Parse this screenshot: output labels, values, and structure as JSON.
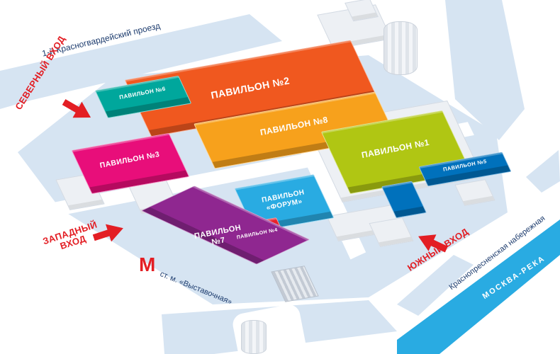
{
  "colors": {
    "background": "#ffffff",
    "ground": "#d6e4f2",
    "river": "#29abe2",
    "red": "#e31e24",
    "street_text": "#1d3c6e",
    "service": "#edf0f4"
  },
  "streets": {
    "north_road": "1-й Красногвардейский проезд",
    "embankment": "Краснопресненская набережная",
    "river": "МОСКВА-РЕКА",
    "metro_station": "ст. м. «Выставочная»",
    "metro_logo": "М"
  },
  "entrances": {
    "north": "СЕВЕРНЫЙ ВХОД",
    "west": "ЗАПАДНЫЙ ВХОД",
    "south": "ЮЖНЫЙ ВХОД"
  },
  "pavilions": [
    {
      "id": "1",
      "label": "ПАВИЛЬОН №1",
      "color": "#b0c613"
    },
    {
      "id": "2",
      "label": "ПАВИЛЬОН №2",
      "color": "#f0581f"
    },
    {
      "id": "3",
      "label": "ПАВИЛЬОН №3",
      "color": "#e80e7a"
    },
    {
      "id": "4",
      "label": "ПАВИЛЬОН №4",
      "color": "#e8222a"
    },
    {
      "id": "5",
      "label": "ПАВИЛЬОН №5",
      "color": "#0071bc"
    },
    {
      "id": "6",
      "label": "ПАВИЛЬОН №6",
      "color": "#00a79c"
    },
    {
      "id": "7",
      "label": "ПАВИЛЬОН №7",
      "color": "#8f2790"
    },
    {
      "id": "8",
      "label": "ПАВИЛЬОН №8",
      "color": "#f7a11c"
    },
    {
      "id": "forum",
      "label": "ПАВИЛЬОН «ФОРУМ»",
      "color": "#29abe2"
    }
  ]
}
